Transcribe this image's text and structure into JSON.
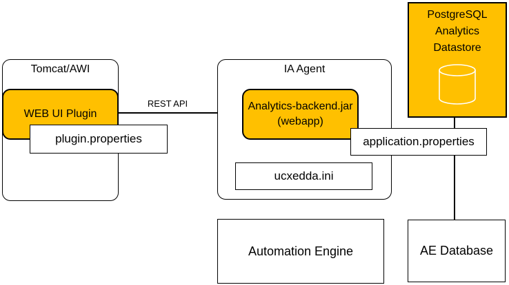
{
  "diagram": {
    "colors": {
      "accent_orange": "#FFC000",
      "line_black": "#000000",
      "box_white": "#FFFFFF"
    },
    "icons": {
      "database_icon": "database-cylinder"
    },
    "nodes": {
      "postgres": {
        "label_lines": [
          "PostgreSQL",
          "Analytics",
          "Datastore"
        ]
      },
      "tomcat": {
        "label": "Tomcat/AWI"
      },
      "web_ui_plugin": {
        "label": "WEB UI Plugin"
      },
      "plugin_properties": {
        "label": "plugin.properties"
      },
      "ia_agent": {
        "label": "IA Agent"
      },
      "analytics_backend": {
        "label_line1": "Analytics-backend.jar",
        "label_line2": "(webapp)"
      },
      "ucxedda": {
        "label": "ucxedda.ini"
      },
      "application_properties": {
        "label": "application.properties"
      },
      "automation_engine": {
        "label": "Automation Engine"
      },
      "ae_database": {
        "label": "AE Database"
      }
    },
    "edges": {
      "rest_api": {
        "label": "REST API"
      }
    }
  }
}
